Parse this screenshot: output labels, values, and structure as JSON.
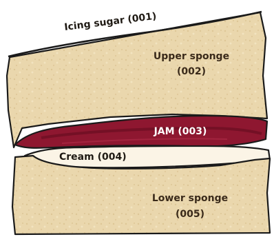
{
  "labels": {
    "icing": "Icing sugar (001)",
    "upper_line1": "Upper sponge",
    "upper_line2": "(002)",
    "jam": "JAM (003)",
    "cream": "Cream (004)",
    "lower_line1": "Lower sponge",
    "lower_line2": "(005)"
  },
  "colors": {
    "sponge": "#ead7ad",
    "sponge_dark": "#d9bd86",
    "crust": "#c9a56a",
    "jam": "#8e1730",
    "jam_dark": "#5e0b1d",
    "cream": "#fbf4e6",
    "outline": "#1a1a1a"
  }
}
